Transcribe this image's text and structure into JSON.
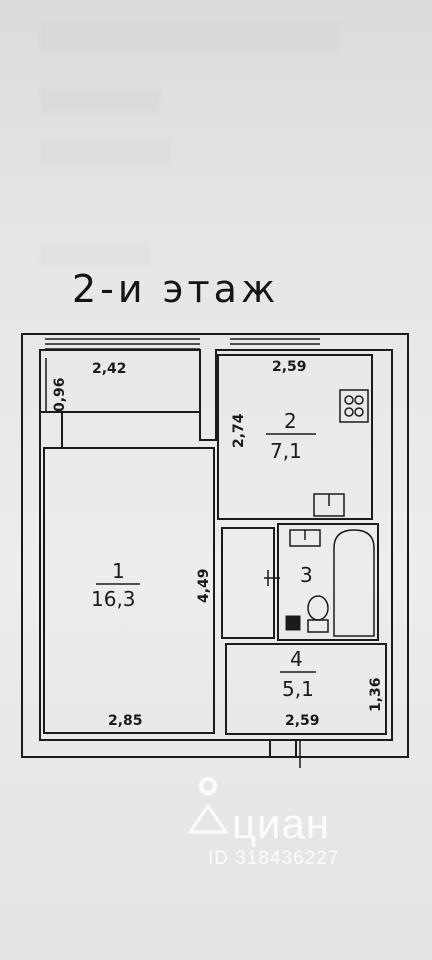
{
  "plan": {
    "title": "2-и этаж",
    "rooms": [
      {
        "number": "1",
        "area": "16,3"
      },
      {
        "number": "2",
        "area": "7,1"
      },
      {
        "number": "3",
        "area": ""
      },
      {
        "number": "4",
        "area": "5,1"
      }
    ],
    "dimensions": {
      "balcony_width": "2,42",
      "balcony_depth": "0,96",
      "kitchen_width": "2,59",
      "kitchen_depth": "2,74",
      "room1_width": "2,85",
      "room1_depth": "4,49",
      "hall_width": "2,59",
      "hall_depth": "1,36"
    }
  },
  "watermark": {
    "brand": "циан",
    "listing_id": "ID 318436227"
  }
}
